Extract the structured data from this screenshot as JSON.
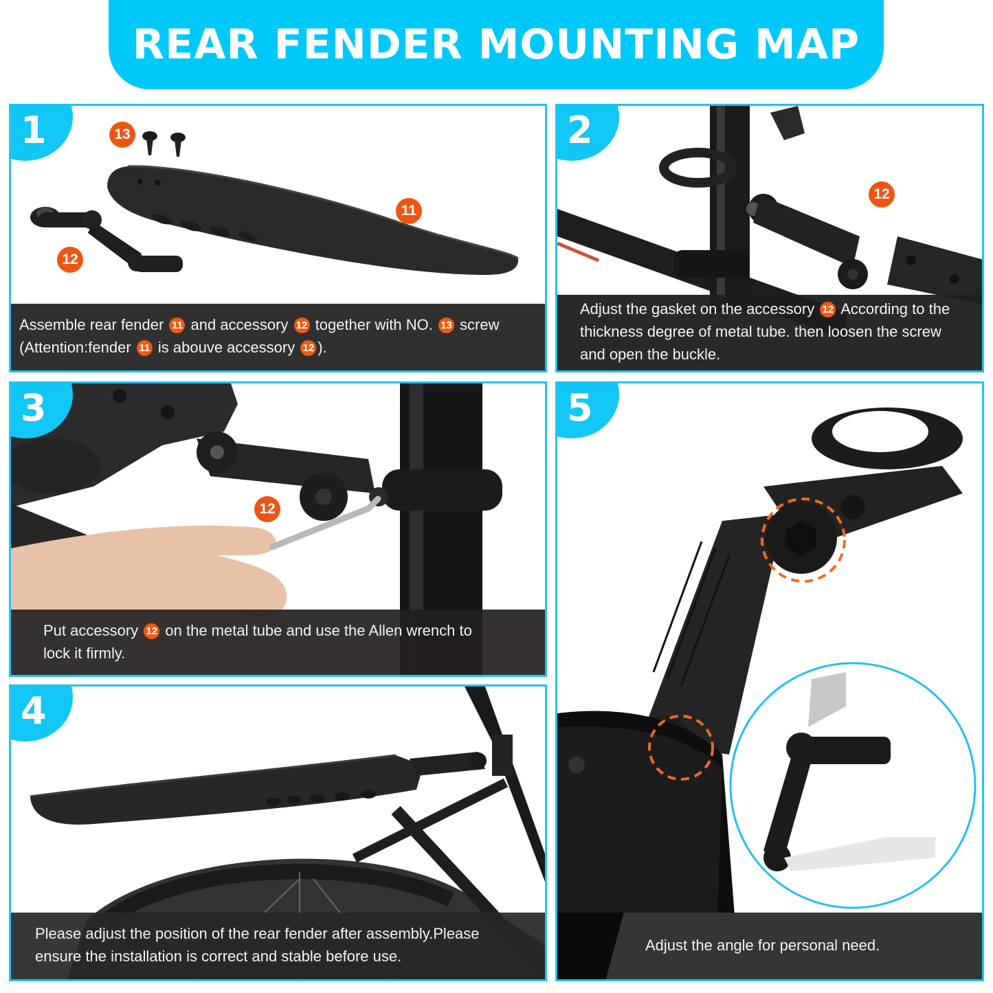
{
  "header": {
    "title": "REAR FENDER MOUNTING MAP"
  },
  "colors": {
    "accent_blue": "#00c8f8",
    "callout_orange": "#ee5515",
    "caption_bg": "#282828",
    "caption_text": "#f4f4f4"
  },
  "steps": [
    {
      "number": "1",
      "callouts": [
        "13",
        "11",
        "12"
      ],
      "caption": {
        "line1": [
          "Assemble rear fender ",
          "11",
          " and accessory ",
          "12",
          " together with NO. ",
          "13",
          " screw"
        ],
        "line2": [
          "(Attention:fender ",
          "11",
          " is abouve accessory ",
          "12",
          ")."
        ]
      }
    },
    {
      "number": "2",
      "callouts": [
        "12"
      ],
      "caption": {
        "line1": [
          "Adjust the gasket on the accessory ",
          "12",
          " According to the"
        ],
        "line2": [
          "thickness degree of metal tube. then loosen the screw"
        ],
        "line3": [
          "and open the buckle."
        ]
      }
    },
    {
      "number": "3",
      "callouts": [
        "12"
      ],
      "caption": {
        "line1": [
          "Put accessory ",
          "12",
          " on the metal tube and use the Allen wrench to"
        ],
        "line2": [
          "lock it firmly."
        ]
      }
    },
    {
      "number": "4",
      "callouts": [],
      "caption": {
        "line1": [
          "Please adjust the position of the rear fender after assembly.Please"
        ],
        "line2": [
          "ensure the installation is correct and stable before use."
        ]
      }
    },
    {
      "number": "5",
      "callouts": [],
      "caption": {
        "line1": [
          "Adjust the angle for personal need."
        ]
      }
    }
  ],
  "icons": {
    "fender": "fender-icon",
    "bracket": "bracket-accessory-icon",
    "screw": "screw-icon",
    "seatpost": "seatpost-icon",
    "allen_wrench": "allen-wrench-icon",
    "wheel": "wheel-icon",
    "dashed_highlight": "dashed-circle-highlight-icon"
  }
}
